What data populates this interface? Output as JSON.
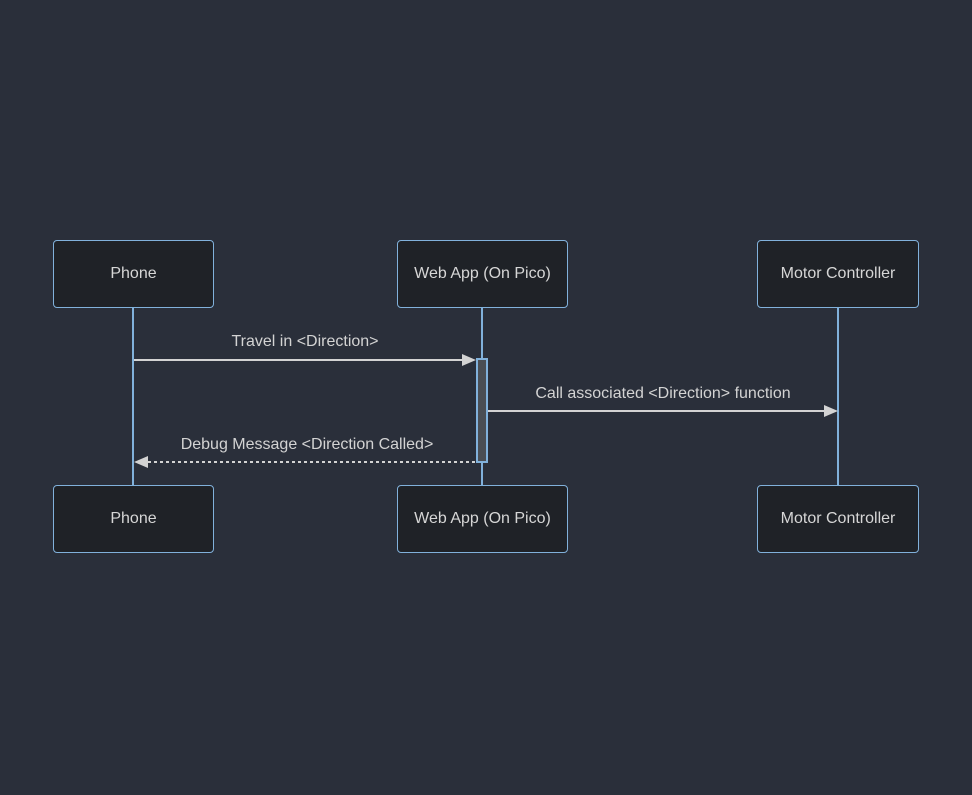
{
  "diagram": {
    "kind": "sequence-diagram",
    "background_color": "#2a2f3a",
    "colors": {
      "actor_fill": "#1f2227",
      "actor_border": "#81b1db",
      "actor_text": "#d6d6d6",
      "lifeline": "#81b1db",
      "activation_fill": "#4a4e54",
      "activation_border": "#81b1db",
      "signal": "#d3d3d3",
      "signal_text": "#d3d3d3"
    },
    "actors": [
      {
        "id": "phone",
        "label": "Phone"
      },
      {
        "id": "webapp",
        "label": "Web App (On Pico)"
      },
      {
        "id": "motor",
        "label": "Motor Controller"
      }
    ],
    "messages": [
      {
        "label": "Travel in <Direction>",
        "from": "phone",
        "to": "webapp",
        "line": "solid",
        "direction": "right"
      },
      {
        "label": "Call associated <Direction> function",
        "from": "webapp",
        "to": "motor",
        "line": "solid",
        "direction": "right"
      },
      {
        "label": "Debug Message <Direction Called>",
        "from": "webapp",
        "to": "phone",
        "line": "dashed",
        "direction": "left"
      }
    ],
    "activation": {
      "actor": "webapp"
    }
  }
}
